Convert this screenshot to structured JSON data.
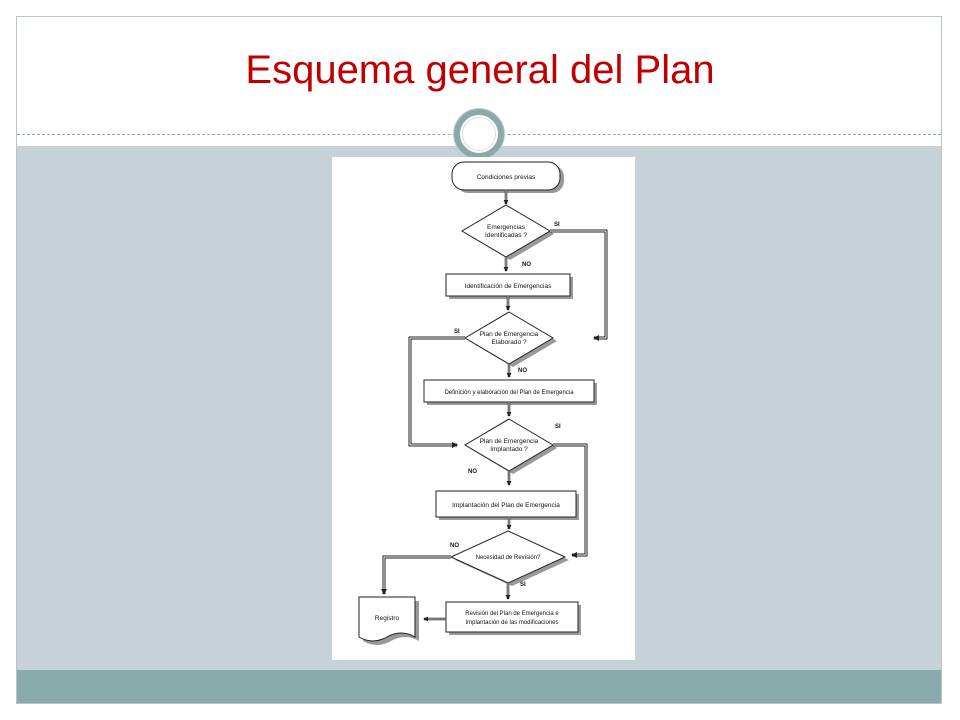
{
  "slide": {
    "title": "Esquema general del Plan",
    "title_color": "#c00000",
    "band_color": "#c6d1d8",
    "footer_color": "#8aabab"
  },
  "flowchart": {
    "start": "Condiciones previas",
    "decision1": [
      "Emergencias",
      "Identificadas ?"
    ],
    "step1": "Identificación de Emergencias",
    "decision2": [
      "Plan de Emergencia",
      "Elaborado ?"
    ],
    "step2": "Definición y elaboración del Plan de Emergencia",
    "decision3": [
      "Plan de Emergencia",
      "Implantado ?"
    ],
    "step3": "Implantación del Plan de Emergencia",
    "decision4": "Necesidad de Revisión?",
    "step4": [
      "Revisión del Plan de Emergencia e",
      "Implantación de las modificaciones"
    ],
    "document": "Registro",
    "labels": {
      "d1_yes": "SI",
      "d1_no": "NO",
      "d2_yes": "SI",
      "d2_no": "NO",
      "d3_yes": "SI",
      "d3_no": "NO",
      "d4_no": "NO",
      "d4_yes": "SI"
    }
  }
}
